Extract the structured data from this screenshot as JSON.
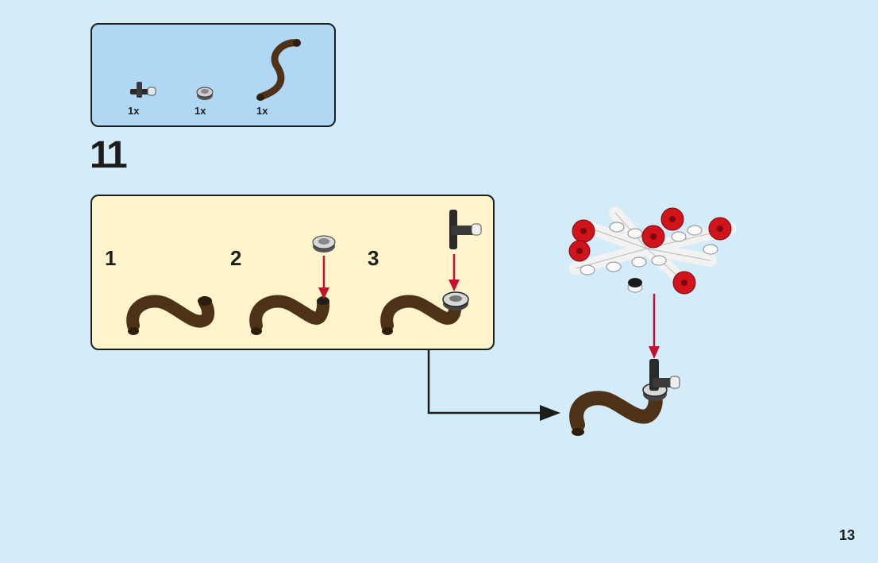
{
  "parts_list": [
    {
      "name": "t-connector",
      "quantity": "1x"
    },
    {
      "name": "round-plate",
      "quantity": "1x"
    },
    {
      "name": "curved-branch",
      "quantity": "1x"
    }
  ],
  "step_number": "11",
  "substeps": [
    {
      "label": "1"
    },
    {
      "label": "2"
    },
    {
      "label": "3"
    }
  ],
  "page_number": "13",
  "colors": {
    "background": "#d4ebfa",
    "parts_box": "#b0d8f4",
    "substep_box": "#fdf4cc",
    "branch_brown": "#4e3217",
    "flower_red": "#d1141c",
    "arrow_red": "#c8102e"
  }
}
